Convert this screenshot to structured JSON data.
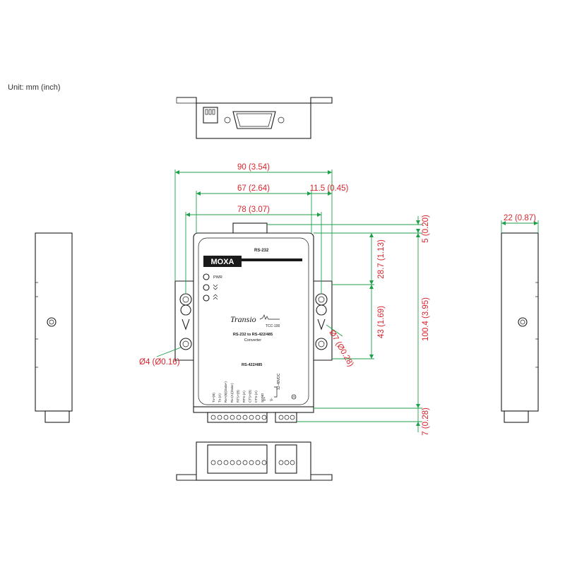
{
  "unit_label": "Unit: mm (inch)",
  "dimensions": {
    "width_overall": "90 (3.54)",
    "width_body": "67 (2.64)",
    "width_ear": "11.5 (0.45)",
    "width_hole_pitch": "78 (3.07)",
    "depth": "22 (0.87)",
    "top_offset": "5 (0.20)",
    "top_to_hole": "28.7 (1.13)",
    "hole_to_hole": "43 (1.69)",
    "height_overall": "100.4 (3.95)",
    "bottom_offset": "7 (0.28)",
    "hole_small": "Ø4 (Ø0.16)",
    "hole_large": "Ø7 (Ø0.28)"
  },
  "panel": {
    "brand": "MOXA",
    "rs232_label": "RS-232",
    "led_labels": [
      "PWR",
      "",
      ""
    ],
    "product_name": "Transio",
    "model": "TCC-100",
    "description_line1": "RS-232 to RS-422/485",
    "description_line2": "Converter",
    "rs422_label": "RS-422/485",
    "pin_labels": [
      "Tx+(B)",
      "Tx-(A)",
      "Rx+(B)(Data+)",
      "Rx-(A)(Data-)",
      "RTS+(B)",
      "RTS-(A)",
      "CTS+(B)",
      "CTS-(A)",
      "SGND"
    ],
    "power_labels": [
      "V+",
      "V-",
      "12-48VDC"
    ]
  }
}
